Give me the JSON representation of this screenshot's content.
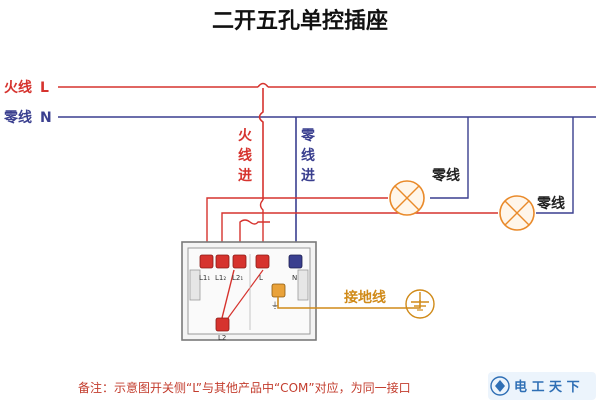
{
  "title": "二开五孔单控插座",
  "lines": {
    "live": {
      "label": "火线",
      "letter": "L",
      "color": "#d6332e"
    },
    "neutral": {
      "label": "零线",
      "letter": "N",
      "color": "#3a3f8f"
    }
  },
  "wires": {
    "live_in": [
      "火",
      "线",
      "进"
    ],
    "neutral_in": [
      "零",
      "线",
      "进"
    ],
    "earth": "接地线"
  },
  "lamps": {
    "lamp1_label": "零线",
    "lamp2_label": "零线"
  },
  "terminals": {
    "l11": "L1₁",
    "l12": "L1₂",
    "l21": "L2₁",
    "l22": "L2",
    "l": "L",
    "n": "N",
    "earth": "⏚"
  },
  "footnote": "备注：示意图开关侧“L”与其他产品中“COM”对应，为同一接口",
  "watermark": "电 工 天 下",
  "colors": {
    "live": "#d6332e",
    "neutral": "#3a3f8f",
    "earth": "#d08a18",
    "lamp": "#e98a2a",
    "socket_frame": "#7a7a7a"
  }
}
